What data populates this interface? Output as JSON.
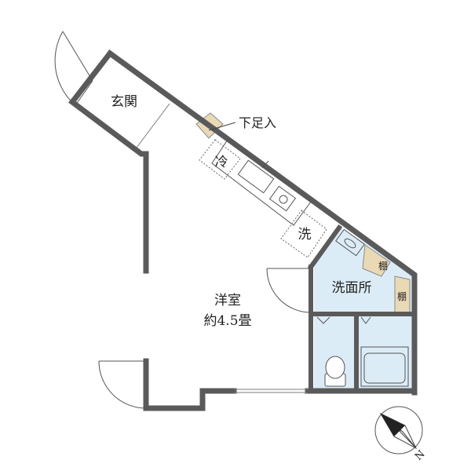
{
  "rooms": {
    "entrance": "玄関",
    "shoe_box": "下足入",
    "fridge": "冷",
    "washer": "洗",
    "western_room": "洋室",
    "western_room_size": "約4.5畳",
    "washroom": "洗面所",
    "shelf_1": "棚",
    "shelf_2": "棚"
  },
  "compass": {
    "direction": "N"
  },
  "colors": {
    "wall": "#5a5a5a",
    "wet_area": "#dcecf7",
    "shelf": "#ead9b5"
  }
}
